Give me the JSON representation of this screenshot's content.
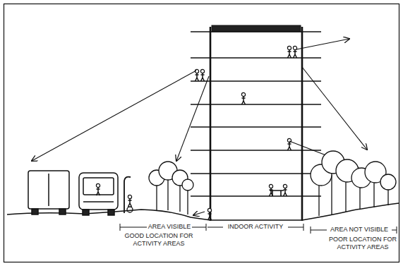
{
  "diagram": {
    "labels": [
      "AREA VISIBLE",
      "GOOD LOCATION FOR ACTIVITY AREAS",
      "INDOOR ACTIVITY",
      "AREA NOT VISIBLE",
      "POOR LOCATION FOR ACTIVITY AREAS"
    ]
  }
}
